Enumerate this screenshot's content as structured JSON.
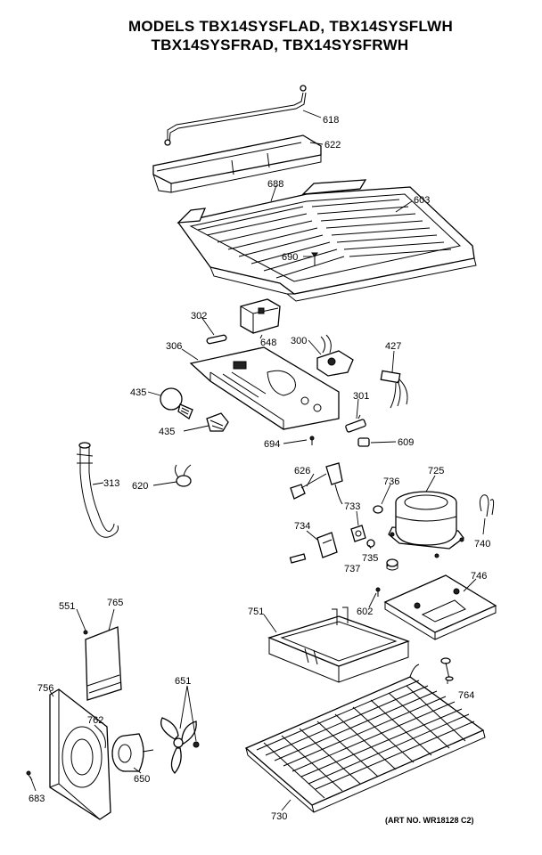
{
  "header": {
    "title_line1": "MODELS TBX14SYSFLAD, TBX14SYSFLWH",
    "title_line2": "TBX14SYSFRAD, TBX14SYSFRWH"
  },
  "parts": {
    "p618": "618",
    "p622": "622",
    "p688": "688",
    "p603": "603",
    "p690": "690",
    "p302": "302",
    "p648": "648",
    "p300": "300",
    "p427": "427",
    "p306": "306",
    "p435a": "435",
    "p301": "301",
    "p435b": "435",
    "p694": "694",
    "p609": "609",
    "p313": "313",
    "p626": "626",
    "p736": "736",
    "p725": "725",
    "p620": "620",
    "p733": "733",
    "p734": "734",
    "p735": "735",
    "p740": "740",
    "p737": "737",
    "p746": "746",
    "p551": "551",
    "p765": "765",
    "p751": "751",
    "p602": "602",
    "p651": "651",
    "p756": "756",
    "p764": "764",
    "p762": "762",
    "p650": "650",
    "p683": "683",
    "p730": "730"
  },
  "footer": {
    "art_no": "(ART NO. WR18128 C2)"
  }
}
